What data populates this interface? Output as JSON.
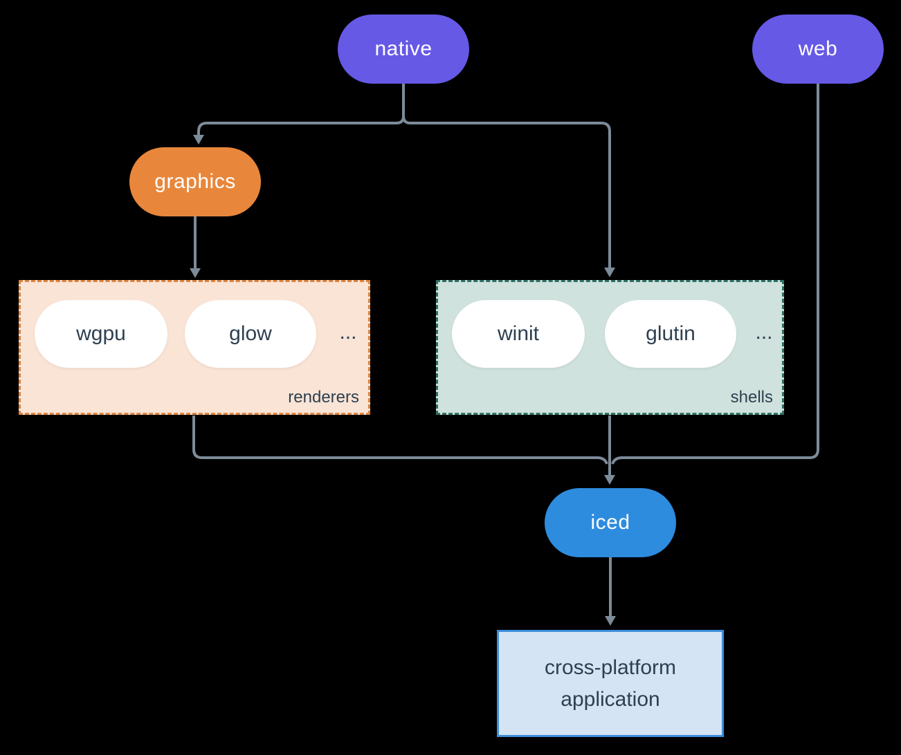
{
  "diagram": {
    "colors": {
      "background": "#000000",
      "connector": "#7D8B99",
      "node_text": "#FFFFFF",
      "dark_text": "#2E4050",
      "pill_fill": "#FFFFFF",
      "native_fill": "#6659E6",
      "web_fill": "#6659E6",
      "graphics_fill": "#E8873B",
      "iced_fill": "#2E8CDE",
      "renderers_fill": "#FAE4D6",
      "renderers_border": "#DC843F",
      "shells_fill": "#D0E2DD",
      "shells_border": "#2E7164",
      "application_fill": "#D4E4F5",
      "application_border": "#3E8EDB"
    },
    "nodes": {
      "native": {
        "label": "native"
      },
      "web": {
        "label": "web"
      },
      "graphics": {
        "label": "graphics"
      },
      "iced": {
        "label": "iced"
      },
      "application": {
        "line1": "cross-platform",
        "line2": "application"
      }
    },
    "groups": {
      "renderers": {
        "label": "renderers",
        "items": [
          "wgpu",
          "glow"
        ],
        "ellipsis": "..."
      },
      "shells": {
        "label": "shells",
        "items": [
          "winit",
          "glutin"
        ],
        "ellipsis": "..."
      }
    },
    "edges": [
      {
        "from": "native",
        "to": "graphics"
      },
      {
        "from": "native",
        "to": "shells"
      },
      {
        "from": "graphics",
        "to": "renderers"
      },
      {
        "from": "renderers",
        "to": "iced"
      },
      {
        "from": "shells",
        "to": "iced"
      },
      {
        "from": "web",
        "to": "iced"
      },
      {
        "from": "iced",
        "to": "application"
      }
    ]
  }
}
